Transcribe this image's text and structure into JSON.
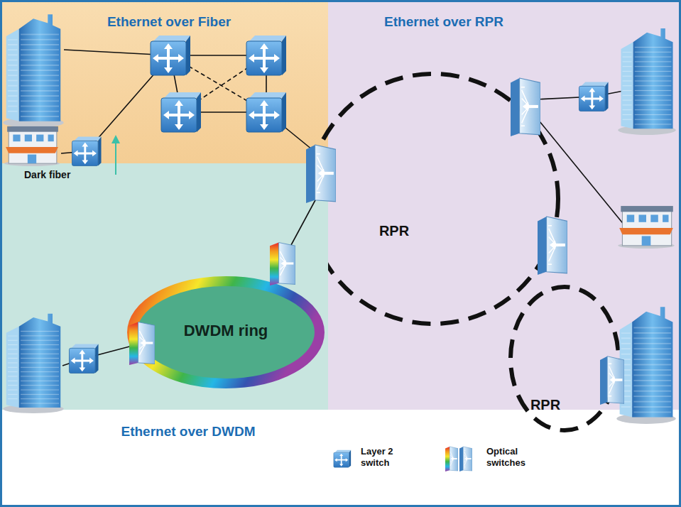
{
  "diagram": {
    "nodes": [
      {
        "text": [
          "Ethernet over Fiber"
        ]
      },
      {
        "text": [
          "Ethernet over RPR"
        ]
      },
      {
        "text": [
          "RPR"
        ],
        "in": 1
      },
      {
        "text": [
          "RPR"
        ],
        "in": 1
      },
      {
        "text": [
          "Ethernet over DWDM"
        ]
      },
      {
        "text": [
          "DWDM ring"
        ],
        "in": 4
      }
    ],
    "labels": [
      "Dark fiber"
    ],
    "legend": [
      {
        "text": "Layer 2 switch"
      },
      {
        "text": "Optical switches"
      }
    ]
  }
}
